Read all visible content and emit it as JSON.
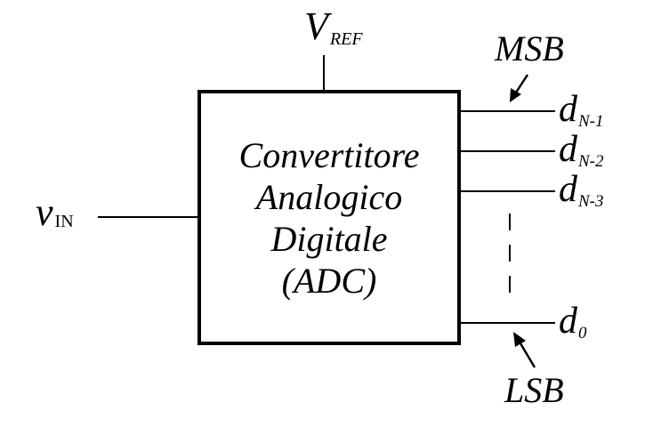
{
  "block": {
    "lines": [
      "Convertitore",
      "Analogico",
      "Digitale",
      "(ADC)"
    ]
  },
  "reference": {
    "main": "V",
    "sub": "REF"
  },
  "input": {
    "main": "v",
    "sub": "IN"
  },
  "outputs": [
    {
      "main": "d",
      "sub": "N-1"
    },
    {
      "main": "d",
      "sub": "N-2"
    },
    {
      "main": "d",
      "sub": "N-3"
    },
    {
      "main": "d",
      "sub": "0"
    }
  ],
  "msb_label": "MSB",
  "lsb_label": "LSB",
  "colors": {
    "stroke": "#000000",
    "background": "#ffffff"
  }
}
